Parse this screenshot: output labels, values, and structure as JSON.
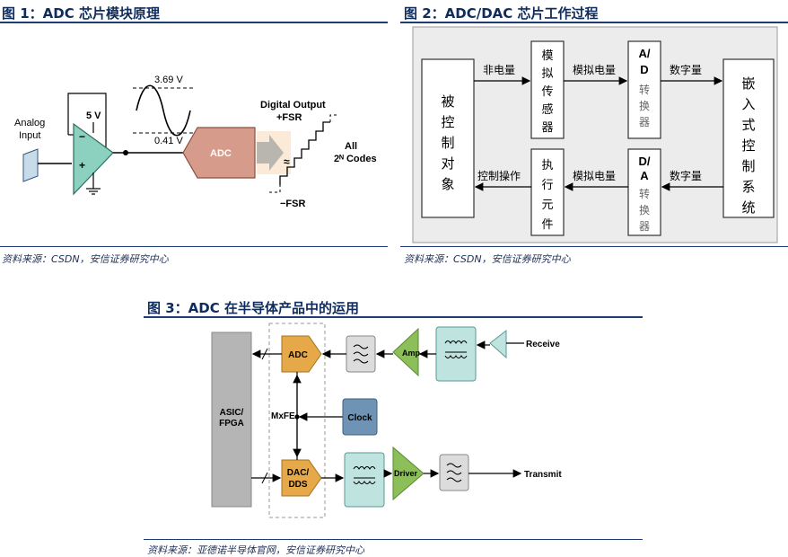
{
  "fig1": {
    "title": "图 1：ADC 芯片模块原理",
    "source": "资料来源：CSDN，安信证券研究中心",
    "analog_input": [
      "Analog",
      "Input"
    ],
    "supply": "5 V",
    "v_high": "3.69 V",
    "v_low": "0.41 V",
    "plus": "+",
    "minus": "−",
    "adc": "ADC",
    "digital_output": "Digital Output",
    "fsr_pos": "+FSR",
    "fsr_neg": "−FSR",
    "all_codes_1": "All",
    "all_codes_2": "2ᴺ Codes"
  },
  "fig2": {
    "title": "图 2：ADC/DAC 芯片工作过程",
    "source": "资料来源：CSDN，安信证券研究中心",
    "controlled_object": [
      "被",
      "控",
      "制",
      "对",
      "象"
    ],
    "non_electric": "非电量",
    "sensor": [
      "模",
      "拟",
      "传",
      "感",
      "器"
    ],
    "analog_qty_top": "模拟电量",
    "ad": [
      "A/",
      "D"
    ],
    "ad_conv": [
      "转",
      "换",
      "器"
    ],
    "digital_qty_top": "数字量",
    "embedded": [
      "嵌",
      "入",
      "式",
      "控",
      "制",
      "系",
      "统"
    ],
    "digital_qty_bottom": "数字量",
    "da": [
      "D/",
      "A"
    ],
    "da_conv": [
      "转",
      "换",
      "器"
    ],
    "analog_qty_bottom": "模拟电量",
    "actuator": [
      "执",
      "行",
      "元",
      "件"
    ],
    "control_op": "控制操作"
  },
  "fig3": {
    "title": "图 3：ADC 在半导体产品中的运用",
    "source": "资料来源：亚德诺半导体官网，安信证券研究中心",
    "asic": [
      "ASIC/",
      "FPGA"
    ],
    "adc": "ADC",
    "dac": [
      "DAC/",
      "DDS"
    ],
    "mxfe": "MxFE",
    "clock": "Clock",
    "amp": "Amp",
    "driver": "Driver",
    "receive": "Receive",
    "transmit": "Transmit"
  },
  "colors": {
    "navy": "#1f3d73",
    "orange": "#e5a94a",
    "teal": "#bfe4e0",
    "green": "#8cbf5a",
    "slate": "#6f93b4",
    "gray": "#b5b5b5",
    "light_gray": "#dcdcdc"
  }
}
